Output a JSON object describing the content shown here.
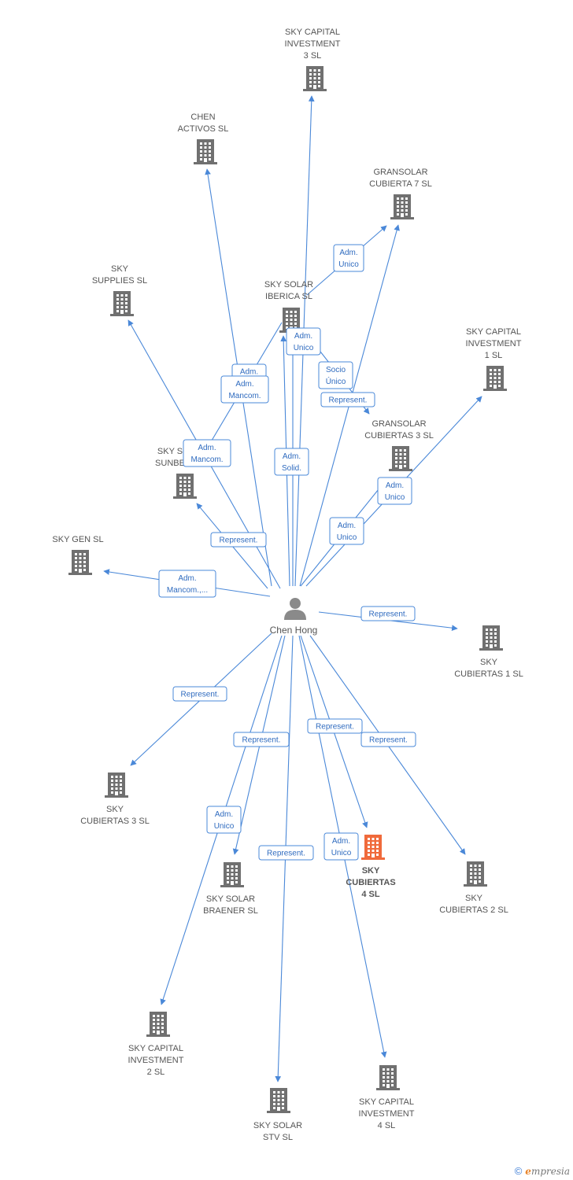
{
  "colors": {
    "edge": "#4a88d8",
    "building": "#707070",
    "highlight_building": "#f06a3b",
    "person": "#8a8a8a",
    "label_text": "#555555"
  },
  "center": {
    "name": "Chen Hong",
    "icon": "person-icon"
  },
  "nodes": [
    {
      "id": "sky-capital-investment-3",
      "lines": [
        "SKY CAPITAL",
        "INVESTMENT",
        "3 SL"
      ]
    },
    {
      "id": "chen-activos",
      "lines": [
        "CHEN",
        "ACTIVOS SL"
      ]
    },
    {
      "id": "gransolar-cubierta-7",
      "lines": [
        "GRANSOLAR",
        "CUBIERTA 7  SL"
      ]
    },
    {
      "id": "sky-supplies",
      "lines": [
        "SKY",
        "SUPPLIES SL"
      ]
    },
    {
      "id": "sky-solar-iberica",
      "lines": [
        "SKY SOLAR",
        "IBERICA SL"
      ]
    },
    {
      "id": "sky-capital-investment-1",
      "lines": [
        "SKY CAPITAL",
        "INVESTMENT",
        "1 SL"
      ]
    },
    {
      "id": "gransolar-cubiertas-3",
      "lines": [
        "GRANSOLAR",
        "CUBIERTAS 3 SL"
      ]
    },
    {
      "id": "sky-sunbe",
      "lines": [
        "SKY S",
        "SUNBE"
      ]
    },
    {
      "id": "sky-gen",
      "lines": [
        "SKY GEN  SL"
      ]
    },
    {
      "id": "sky-cubiertas-1",
      "lines": [
        "SKY",
        "CUBIERTAS 1 SL"
      ]
    },
    {
      "id": "sky-cubiertas-3",
      "lines": [
        "SKY",
        "CUBIERTAS 3 SL"
      ]
    },
    {
      "id": "sky-solar-braener",
      "lines": [
        "SKY SOLAR",
        "BRAENER SL"
      ]
    },
    {
      "id": "sky-cubiertas-4",
      "lines": [
        "SKY",
        "CUBIERTAS",
        "4 SL"
      ],
      "highlight": true
    },
    {
      "id": "sky-cubiertas-2",
      "lines": [
        "SKY",
        "CUBIERTAS 2 SL"
      ]
    },
    {
      "id": "sky-capital-investment-2",
      "lines": [
        "SKY CAPITAL",
        "INVESTMENT",
        "2 SL"
      ]
    },
    {
      "id": "sky-solar-stv",
      "lines": [
        "SKY SOLAR",
        "STV SL"
      ]
    },
    {
      "id": "sky-capital-investment-4",
      "lines": [
        "SKY CAPITAL",
        "INVESTMENT",
        "4 SL"
      ]
    }
  ],
  "edge_labels": [
    {
      "id": "adm-unico-gransolar7",
      "lines": [
        "Adm.",
        "Unico"
      ]
    },
    {
      "id": "adm-unico-iberica",
      "lines": [
        "Adm.",
        "Unico"
      ]
    },
    {
      "id": "adm-partial",
      "lines": [
        "Adm."
      ]
    },
    {
      "id": "adm-mancom-chen",
      "lines": [
        "Adm.",
        "Mancom."
      ]
    },
    {
      "id": "socio-unico",
      "lines": [
        "Socio",
        "Único"
      ]
    },
    {
      "id": "represent-gransolar3",
      "lines": [
        "Represent."
      ]
    },
    {
      "id": "adm-mancom-supplies",
      "lines": [
        "Adm.",
        "Mancom."
      ]
    },
    {
      "id": "adm-solid",
      "lines": [
        "Adm.",
        "Solid."
      ]
    },
    {
      "id": "adm-unico-gc3",
      "lines": [
        "Adm.",
        "Unico"
      ]
    },
    {
      "id": "adm-unico-sci1",
      "lines": [
        "Adm.",
        "Unico"
      ]
    },
    {
      "id": "represent-sunbe",
      "lines": [
        "Represent."
      ]
    },
    {
      "id": "adm-mancom-gen",
      "lines": [
        "Adm.",
        "Mancom.,..."
      ]
    },
    {
      "id": "represent-cub1",
      "lines": [
        "Represent."
      ]
    },
    {
      "id": "represent-cub3",
      "lines": [
        "Represent."
      ]
    },
    {
      "id": "represent-braener",
      "lines": [
        "Represent."
      ]
    },
    {
      "id": "represent-cub4",
      "lines": [
        "Represent."
      ]
    },
    {
      "id": "represent-cub2",
      "lines": [
        "Represent."
      ]
    },
    {
      "id": "adm-unico-sci2",
      "lines": [
        "Adm.",
        "Unico"
      ]
    },
    {
      "id": "represent-stv",
      "lines": [
        "Represent."
      ]
    },
    {
      "id": "adm-unico-cub4",
      "lines": [
        "Adm.",
        "Unico"
      ]
    }
  ],
  "footer": {
    "copyright": "©",
    "brand_initial": "e",
    "brand_rest": "mpresia"
  }
}
